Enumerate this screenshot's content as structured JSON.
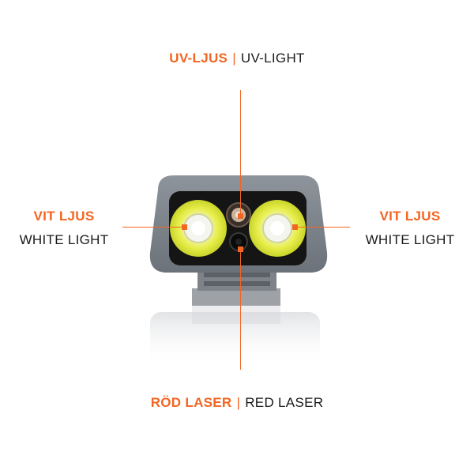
{
  "labels": {
    "top": {
      "accent": "UV-LJUS",
      "separator": "|",
      "text": "UV-LIGHT"
    },
    "left": {
      "accent": "VIT LJUS",
      "text": "WHITE LIGHT"
    },
    "right": {
      "accent": "VIT LJUS",
      "text": "WHITE LIGHT"
    },
    "bottom": {
      "accent": "RÖD LASER",
      "separator": "|",
      "text": "RED LASER"
    }
  },
  "colors": {
    "accent": "#f26522",
    "text": "#1a1a1a",
    "background": "#ffffff"
  }
}
